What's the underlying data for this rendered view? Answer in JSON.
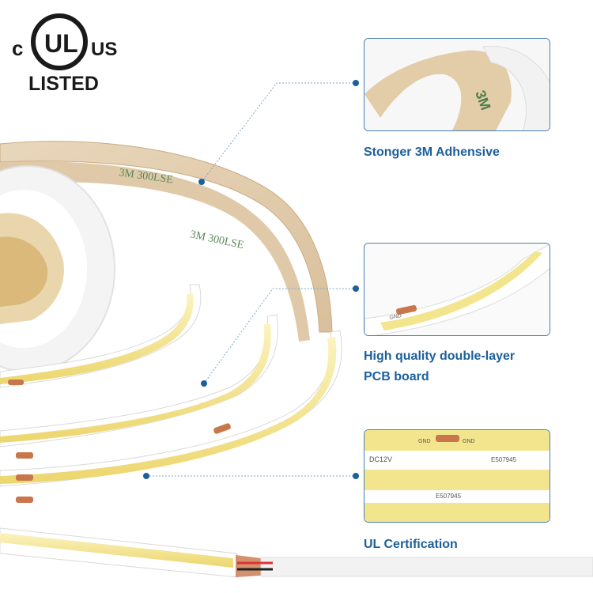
{
  "certification_logo": {
    "left_letter": "c",
    "center_mark": "UL",
    "right_letters": "US",
    "status": "LISTED"
  },
  "features": [
    {
      "caption_lines": [
        "Stonger 3M Adhensive"
      ]
    },
    {
      "caption_lines": [
        "High quality double-layer",
        "PCB board"
      ]
    },
    {
      "caption_lines": [
        "UL Certification"
      ]
    }
  ],
  "strip_markings": {
    "tape_text": "3M 300LSE",
    "pad_gnd": "GND",
    "voltage": "DC12V",
    "ul_file": "E507945"
  },
  "colors": {
    "accent": "#1d5f9a",
    "panel_border": "#4a7fb0",
    "adhesive_tape": "#e7d3b6",
    "led_phosphor": "#f3e58d",
    "copper_pad": "#c8764a"
  }
}
